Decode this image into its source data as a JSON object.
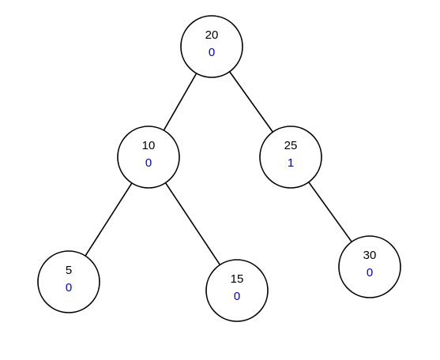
{
  "colors": {
    "key_text": "#000000",
    "balance_text": "#0000cc",
    "stroke": "#000000",
    "fill": "#ffffff"
  },
  "nodes": [
    {
      "id": "n20",
      "key": "20",
      "balance": "0"
    },
    {
      "id": "n10",
      "key": "10",
      "balance": "0"
    },
    {
      "id": "n25",
      "key": "25",
      "balance": "1"
    },
    {
      "id": "n5",
      "key": "5",
      "balance": "0"
    },
    {
      "id": "n15",
      "key": "15",
      "balance": "0"
    },
    {
      "id": "n30",
      "key": "30",
      "balance": "0"
    }
  ],
  "edges": [
    {
      "from": "n20",
      "to": "n10"
    },
    {
      "from": "n20",
      "to": "n25"
    },
    {
      "from": "n10",
      "to": "n5"
    },
    {
      "from": "n10",
      "to": "n15"
    },
    {
      "from": "n25",
      "to": "n30"
    }
  ]
}
